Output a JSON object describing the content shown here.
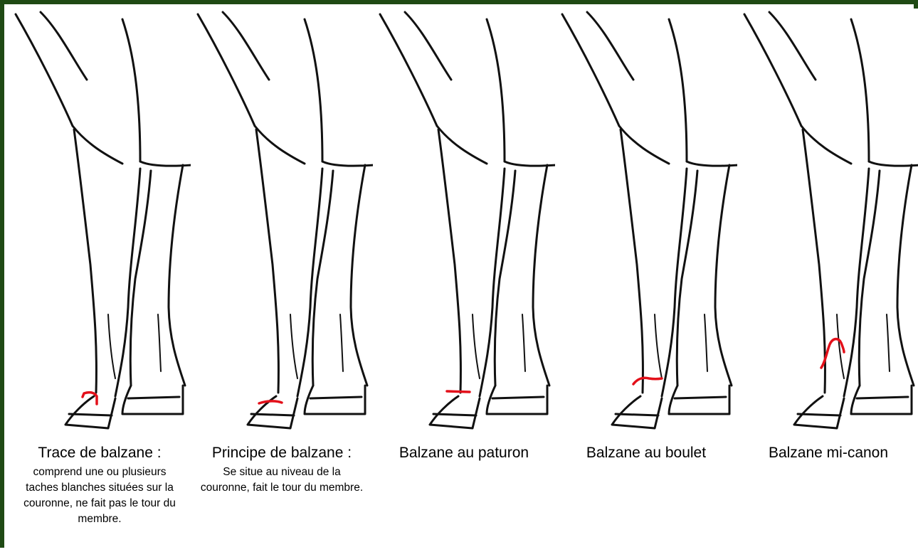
{
  "colors": {
    "frame": "#1f4a14",
    "marking": "#e3101a",
    "line": "#111111"
  },
  "panels": [
    {
      "title": "Trace de balzane :",
      "description": "comprend une ou plusieurs taches blanches situées sur la couronne, ne fait pas le tour du membre.",
      "marking_type": "trace"
    },
    {
      "title": "Principe de balzane :",
      "description": "Se situe au niveau de la couronne, fait le tour du membre.",
      "marking_type": "principe"
    },
    {
      "title": "Balzane au paturon",
      "description": "",
      "marking_type": "paturon"
    },
    {
      "title": "Balzane au boulet",
      "description": "",
      "marking_type": "boulet"
    },
    {
      "title": "Balzane mi-canon",
      "description": "",
      "marking_type": "mi-canon"
    }
  ]
}
